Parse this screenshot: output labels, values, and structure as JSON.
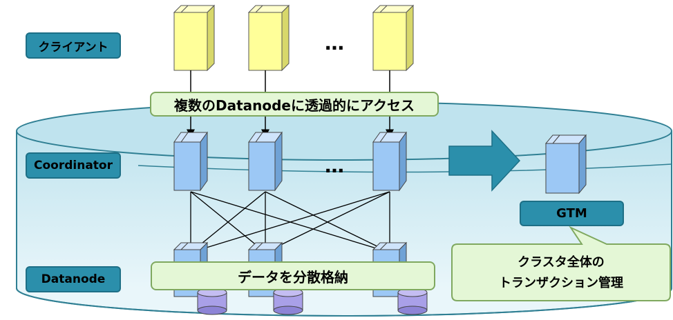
{
  "layers": {
    "client": "クライアント",
    "coordinator": "Coordinator",
    "datanode": "Datanode"
  },
  "boxes": {
    "access": "複数のDatanodeに透過的にアクセス",
    "store": "データを分散格納",
    "gtm": "GTM"
  },
  "callout": {
    "line1": "クラスタ全体の",
    "line2": "トランザクション管理"
  },
  "ellipsis": "…",
  "colors": {
    "client_cube": "#ffff99",
    "node_cube": "#9cc8f5",
    "storage": "#a9a0e8",
    "tag": "#2b8fab",
    "cylinder": "#cfe9f2",
    "green_box": "#e4f7d6",
    "arrow": "#2b8fab"
  }
}
